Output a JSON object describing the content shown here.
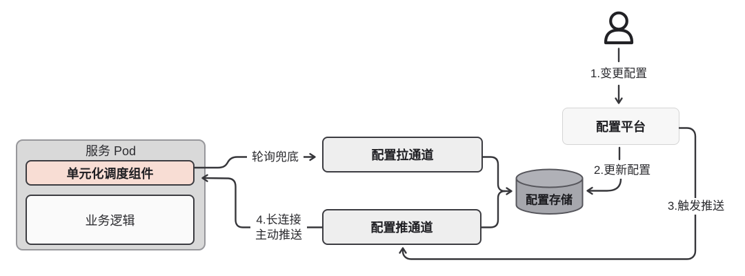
{
  "nodes": {
    "service_pod": {
      "label": "服务 Pod"
    },
    "unit_scheduler": {
      "label": "单元化调度组件"
    },
    "business_logic": {
      "label": "业务逻辑"
    },
    "config_pull_channel": {
      "label": "配置拉通道"
    },
    "config_push_channel": {
      "label": "配置推通道"
    },
    "config_platform": {
      "label": "配置平台"
    },
    "config_storage": {
      "label": "配置存储"
    }
  },
  "edges": {
    "change_config": {
      "label": "1.变更配置",
      "from": "user",
      "to": "config_platform"
    },
    "update_config": {
      "label": "2.更新配置",
      "from": "config_platform",
      "to": "config_storage"
    },
    "trigger_push": {
      "label": "3.触发推送",
      "from": "config_platform",
      "to": "config_push_channel"
    },
    "polling_fallback": {
      "label": "轮询兜底",
      "from": "unit_scheduler",
      "to": "config_pull_channel"
    },
    "long_connection_push": {
      "label_line1": "4.长连接",
      "label_line2": "主动推送",
      "from": "config_push_channel",
      "to": "unit_scheduler"
    },
    "pull_to_storage": {
      "from": "config_pull_channel",
      "to": "config_storage"
    },
    "push_to_storage": {
      "from": "config_push_channel",
      "to": "config_storage"
    }
  },
  "icons": {
    "user": "user-icon",
    "storage": "database-cylinder-icon"
  },
  "colors": {
    "highlight_fill": "#f8ddd4",
    "pod_fill": "#d9d9d9",
    "channel_fill": "#eeeeee",
    "platform_fill": "#f7f7f7",
    "storage_fill": "#a6a7ad",
    "storage_top_fill": "#b0b1b7",
    "line": "#36363a"
  }
}
